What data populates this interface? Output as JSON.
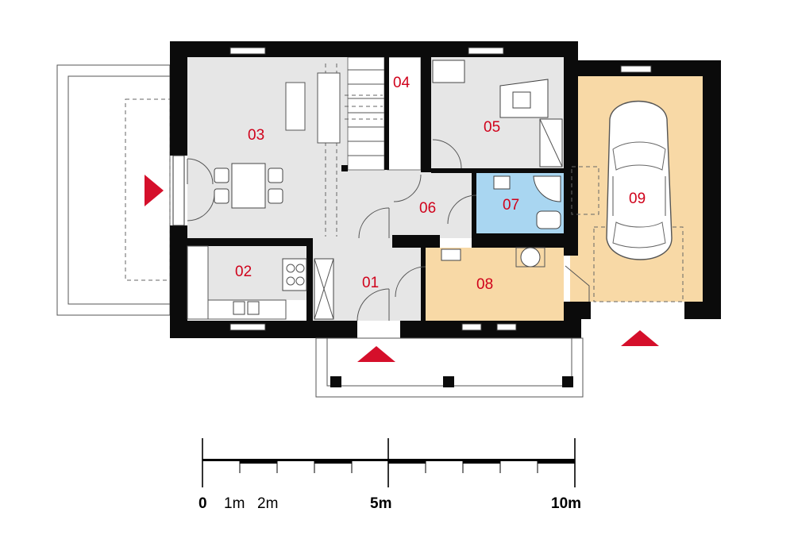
{
  "rooms": [
    {
      "id": "01",
      "label": "01"
    },
    {
      "id": "02",
      "label": "02"
    },
    {
      "id": "03",
      "label": "03"
    },
    {
      "id": "04",
      "label": "04"
    },
    {
      "id": "05",
      "label": "05"
    },
    {
      "id": "06",
      "label": "06"
    },
    {
      "id": "07",
      "label": "07"
    },
    {
      "id": "08",
      "label": "08"
    },
    {
      "id": "09",
      "label": "09"
    }
  ],
  "scale": {
    "labels": [
      "0",
      "1m",
      "2m",
      "5m",
      "10m"
    ]
  },
  "colors": {
    "wall": "#0b0b0b",
    "floor_grey": "#e6e6e6",
    "floor_beige": "#f8d9a6",
    "floor_blue": "#a9d6f1",
    "label_red": "#d0021b",
    "entrance_arrow": "#d50f2b"
  },
  "icons": [
    "entrance-arrow-icon",
    "car-icon",
    "table-icon",
    "sofa-icon",
    "stove-icon",
    "sink-icon",
    "desk-icon"
  ]
}
